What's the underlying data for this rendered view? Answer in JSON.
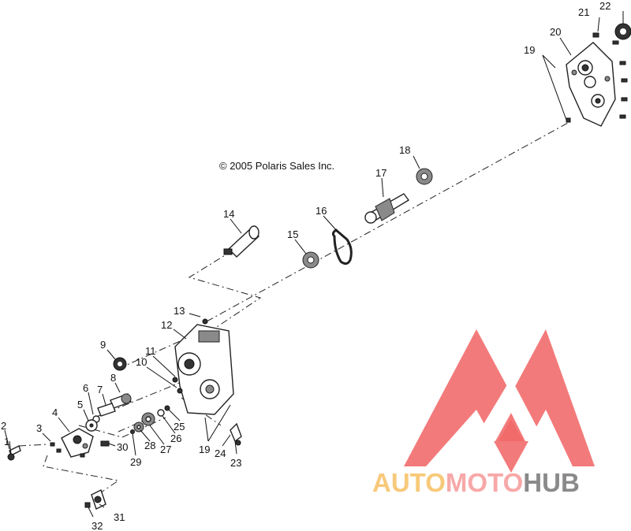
{
  "copyright": "© 2005 Polaris Sales Inc.",
  "watermark": {
    "auto": "AUTO",
    "moto": "MOTO",
    "hub": "HUB",
    "colors": {
      "logo": "#f26b6b",
      "auto": "#f7c97a",
      "moto": "#f7a8a8",
      "hub": "#8a8a8a"
    }
  },
  "callouts": [
    {
      "id": "c1",
      "label": "1"
    },
    {
      "id": "c2",
      "label": "2"
    },
    {
      "id": "c3",
      "label": "3"
    },
    {
      "id": "c4",
      "label": "4"
    },
    {
      "id": "c5",
      "label": "5"
    },
    {
      "id": "c6",
      "label": "6"
    },
    {
      "id": "c7",
      "label": "7"
    },
    {
      "id": "c8",
      "label": "8"
    },
    {
      "id": "c9",
      "label": "9"
    },
    {
      "id": "c10",
      "label": "10"
    },
    {
      "id": "c11",
      "label": "11"
    },
    {
      "id": "c12",
      "label": "12"
    },
    {
      "id": "c13",
      "label": "13"
    },
    {
      "id": "c14",
      "label": "14"
    },
    {
      "id": "c15",
      "label": "15"
    },
    {
      "id": "c16",
      "label": "16"
    },
    {
      "id": "c17",
      "label": "17"
    },
    {
      "id": "c18",
      "label": "18"
    },
    {
      "id": "c19a",
      "label": "19"
    },
    {
      "id": "c19b",
      "label": "19"
    },
    {
      "id": "c20",
      "label": "20"
    },
    {
      "id": "c21",
      "label": "21"
    },
    {
      "id": "c22",
      "label": "22"
    },
    {
      "id": "c23",
      "label": "23"
    },
    {
      "id": "c24",
      "label": "24"
    },
    {
      "id": "c25",
      "label": "25"
    },
    {
      "id": "c26",
      "label": "26"
    },
    {
      "id": "c27",
      "label": "27"
    },
    {
      "id": "c28",
      "label": "28"
    },
    {
      "id": "c29",
      "label": "29"
    },
    {
      "id": "c30",
      "label": "30"
    },
    {
      "id": "c31",
      "label": "31"
    },
    {
      "id": "c32",
      "label": "32"
    }
  ]
}
